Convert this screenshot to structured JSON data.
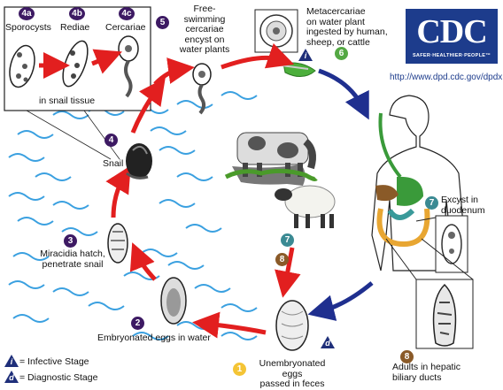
{
  "stages": {
    "s4a": {
      "num": "4a",
      "label": "Sporocysts"
    },
    "s4b": {
      "num": "4b",
      "label": "Rediae"
    },
    "s4c": {
      "num": "4c",
      "label": "Cercariae"
    },
    "snail_tissue": "in snail tissue",
    "s5": {
      "num": "5",
      "lines": [
        "Free-swimming",
        "cercariae",
        "encyst on",
        "water plants"
      ]
    },
    "s6": {
      "num": "6",
      "lines": [
        "Metacercariae",
        "on water plant",
        "ingested by human,",
        "sheep, or cattle"
      ]
    },
    "s4": {
      "num": "4",
      "label": "Snail"
    },
    "s3": {
      "num": "3",
      "lines": [
        "Miracidia hatch,",
        "penetrate snail"
      ]
    },
    "s2": {
      "num": "2",
      "label": "Embryonated eggs in water"
    },
    "s1": {
      "num": "1",
      "lines": [
        "Unembryonated eggs",
        "passed in feces"
      ]
    },
    "s7_animal": {
      "num": "7"
    },
    "s8_animal": {
      "num": "8"
    },
    "s7": {
      "num": "7",
      "lines": [
        "Excyst in",
        "duodenum"
      ]
    },
    "s8": {
      "num": "8",
      "lines": [
        "Adults in hepatic",
        "biliary ducts"
      ]
    }
  },
  "legend": {
    "infective_symbol": "i",
    "infective_label": "= Infective Stage",
    "diagnostic_symbol": "d",
    "diagnostic_label": "= Diagnostic Stage"
  },
  "markers": {
    "infective": "i",
    "diagnostic": "d"
  },
  "logo": {
    "text": "CDC",
    "tagline": "SAFER·HEALTHIER·PEOPLE™",
    "url": "http://www.dpd.cdc.gov/dpdx"
  },
  "colors": {
    "purple": "#3d1a63",
    "teal": "#3b8a93",
    "green": "#54a843",
    "yellow": "#f4c435",
    "brown": "#8a5a28",
    "red_arrow": "#e21f1f",
    "blue_arrow": "#1f2f8f",
    "water": "#3aa0e0"
  }
}
